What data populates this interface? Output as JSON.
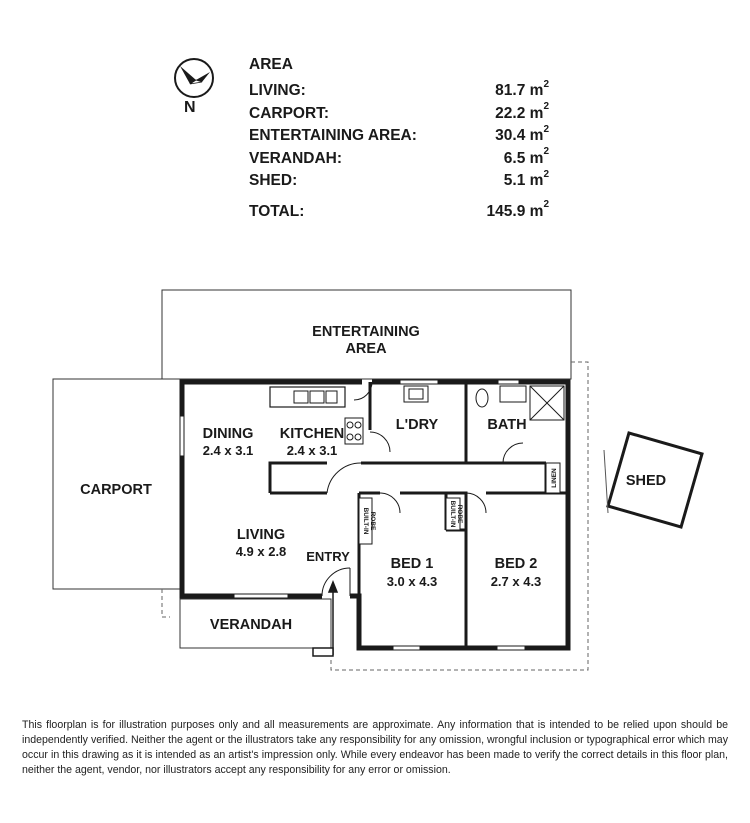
{
  "compass": {
    "label": "N",
    "icon": "north-arrow-icon"
  },
  "area": {
    "title": "AREA",
    "rows": [
      {
        "label": "LIVING:",
        "value": "81.7 m",
        "unit_sup": "2"
      },
      {
        "label": "CARPORT:",
        "value": "22.2 m",
        "unit_sup": "2"
      },
      {
        "label": "ENTERTAINING AREA:",
        "value": "30.4 m",
        "unit_sup": "2"
      },
      {
        "label": "VERANDAH:",
        "value": "6.5 m",
        "unit_sup": "2"
      },
      {
        "label": "SHED:",
        "value": "5.1 m",
        "unit_sup": "2"
      }
    ],
    "total": {
      "label": "TOTAL:",
      "value": "145.9 m",
      "unit_sup": "2"
    }
  },
  "rooms": {
    "entertaining_1": "ENTERTAINING",
    "entertaining_2": "AREA",
    "carport": "CARPORT",
    "dining": "DINING",
    "dining_dim": "2.4 x 3.1",
    "kitchen": "KITCHEN",
    "kitchen_dim": "2.4 x 3.1",
    "laundry": "L'DRY",
    "bath": "BATH",
    "linen": "LINEN",
    "living": "LIVING",
    "living_dim": "4.9 x 2.8",
    "entry": "ENTRY",
    "built_in_robe_1a": "BUILT-IN",
    "built_in_robe_1b": "ROBE",
    "built_in_robe_2a": "BUILT-IN",
    "built_in_robe_2b": "ROBE",
    "bed1": "BED 1",
    "bed1_dim": "3.0 x 4.3",
    "bed2": "BED 2",
    "bed2_dim": "2.7 x 4.3",
    "verandah": "VERANDAH",
    "shed": "SHED"
  },
  "disclaimer": "This floorplan is for illustration purposes only and all measurements are approximate. Any information that is intended to be relied upon should be independently verified. Neither the agent or the illustrators take any responsibility for any omission, wrongful inclusion or typographical error which may occur in this drawing as it is intended as an artist's impression only. While every endeavor has been made to verify the correct details in this floor plan, neither the agent, vendor, nor illustrators accept any responsibility for any error or omission."
}
